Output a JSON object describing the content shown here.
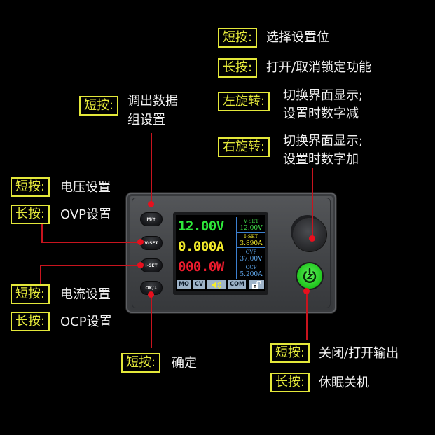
{
  "annotations": {
    "knob_short": {
      "tag": "短按:",
      "desc": "选择设置位"
    },
    "knob_long": {
      "tag": "长按:",
      "desc": "打开/取消锁定功能"
    },
    "knob_left": {
      "tag": "左旋转:",
      "desc_line1": "切换界面显示;",
      "desc_line2": "设置时数字减"
    },
    "knob_right": {
      "tag": "右旋转:",
      "desc_line1": "切换界面显示;",
      "desc_line2": "设置时数字加"
    },
    "m_short": {
      "tag": "短按:",
      "desc_line1": "调出数据",
      "desc_line2": "组设置"
    },
    "vset_short": {
      "tag": "短按:",
      "desc": "电压设置"
    },
    "vset_long": {
      "tag": "长按:",
      "desc": "OVP设置"
    },
    "iset_short": {
      "tag": "短按:",
      "desc": "电流设置"
    },
    "iset_long": {
      "tag": "长按:",
      "desc": "OCP设置"
    },
    "ok_short": {
      "tag": "短按:",
      "desc": "确定"
    },
    "power_short": {
      "tag": "短按:",
      "desc": "关闭/打开输出"
    },
    "power_long": {
      "tag": "长按:",
      "desc": "休眠关机"
    }
  },
  "device": {
    "buttons": {
      "m": "M/↑",
      "vset": "V-SET",
      "iset": "I-SET",
      "ok": "OK/↓"
    },
    "screen": {
      "voltage": "12.00V",
      "current": "0.000A",
      "power": "000.0W",
      "side": [
        {
          "label": "V-SET",
          "value": "12.00V",
          "color": "#3fe04a"
        },
        {
          "label": "I-SET",
          "value": "3.890A",
          "color": "#f2ea2c"
        },
        {
          "label": "OVP",
          "value": "37.00V",
          "color": "#5fa8ee"
        },
        {
          "label": "OCP",
          "value": "5.200A",
          "color": "#5fa8ee"
        }
      ],
      "status": {
        "mode": "MO",
        "cv": "CV",
        "buzzer_icon": "speaker-icon",
        "com": "COM",
        "lock_icon": "unlock-icon"
      }
    },
    "colors": {
      "voltage": "#2ee63a",
      "current": "#f5ee2a",
      "power": "#ee1c2e",
      "tag_border": "#e4e83a",
      "wire": "#c8141e",
      "power_button": "#22cc1e"
    }
  }
}
